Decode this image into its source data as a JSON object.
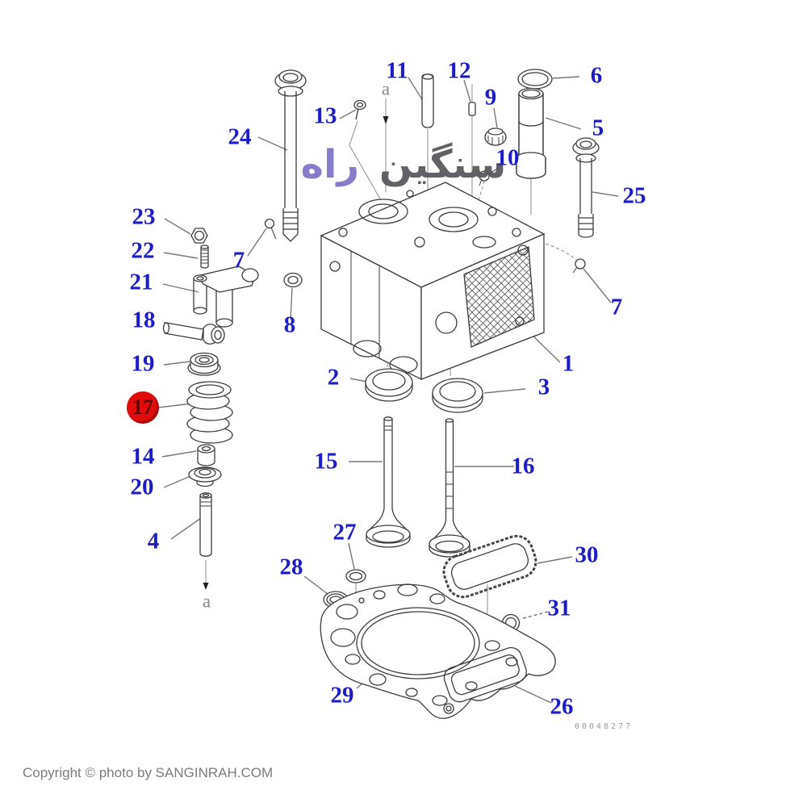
{
  "diagram": {
    "title_hint": "engine cylinder head exploded parts diagram",
    "watermark": {
      "word_right": "سنگین",
      "word_left": "راه"
    },
    "footer": {
      "copyright": "Copyright © photo by SANGINRAH.COM"
    },
    "drawing_number": "00048277",
    "markers": {
      "a": "a"
    },
    "colors": {
      "label_blue": "#1d1dc8",
      "highlight_red": "#e00b0b",
      "line": "#3c3c3c",
      "leader": "#787878",
      "watermark_gray": "#57575b",
      "watermark_purple": "#7d74c6"
    },
    "callouts": {
      "1": "1",
      "2": "2",
      "3": "3",
      "4": "4",
      "5": "5",
      "6": "6",
      "7": "7",
      "8": "8",
      "9": "9",
      "10": "10",
      "11": "11",
      "12": "12",
      "13": "13",
      "14": "14",
      "15": "15",
      "16": "16",
      "17": "17",
      "18": "18",
      "19": "19",
      "20": "20",
      "21": "21",
      "22": "22",
      "23": "23",
      "24": "24",
      "25": "25",
      "26": "26",
      "27": "27",
      "28": "28",
      "29": "29",
      "30": "30",
      "31": "31"
    }
  }
}
